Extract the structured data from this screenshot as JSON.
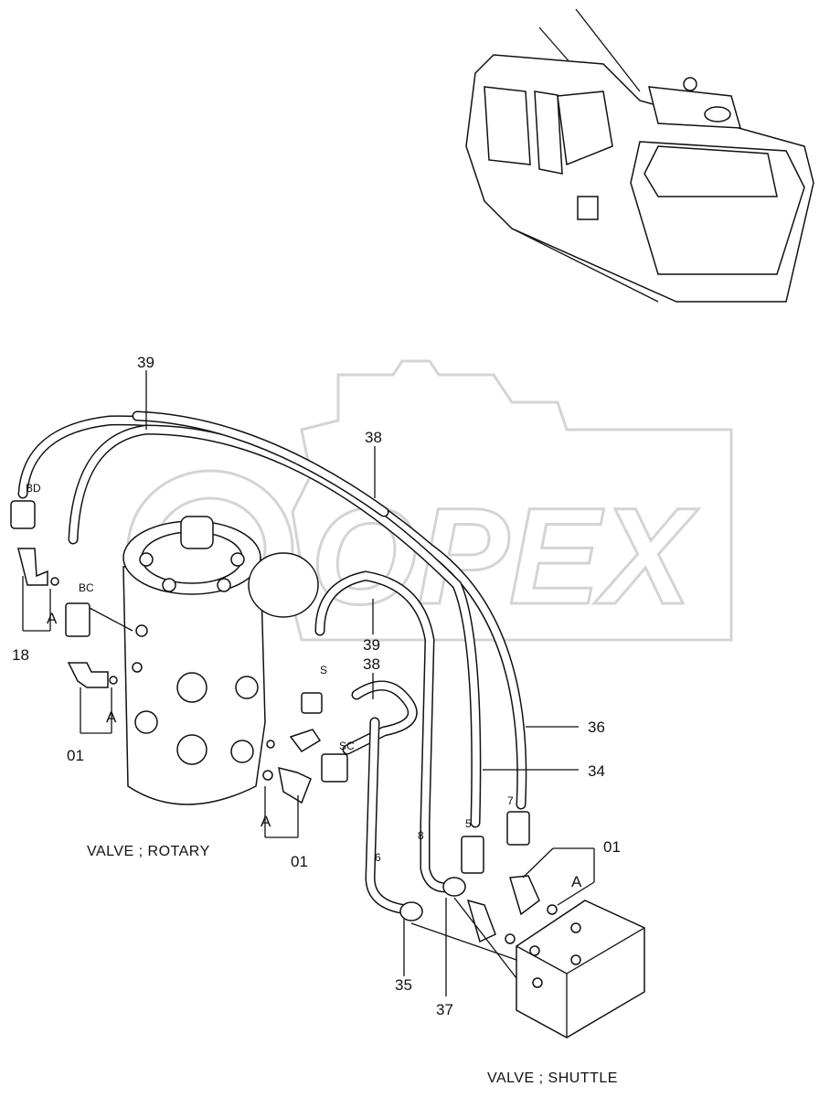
{
  "parts": {
    "p39_top": "39",
    "p38_top": "38",
    "p39_mid": "39",
    "p38_mid": "38",
    "p18": "18",
    "p01_left": "01",
    "p01_bottom": "01",
    "p01_right": "01",
    "p36": "36",
    "p34": "34",
    "p35": "35",
    "p37": "37"
  },
  "ports": {
    "bd": "BD",
    "bc": "BC",
    "s": "S",
    "sc": "SC",
    "n5": "5",
    "n6": "6",
    "n7": "7",
    "n8": "8"
  },
  "markers": {
    "a1": "A",
    "a2": "A",
    "a3": "A",
    "a4": "A"
  },
  "captions": {
    "rotary": "VALVE ; ROTARY",
    "shuttle": "VALVE ; SHUTTLE"
  },
  "watermark": {
    "text": "OPEX",
    "color": "#d4d4d4"
  }
}
